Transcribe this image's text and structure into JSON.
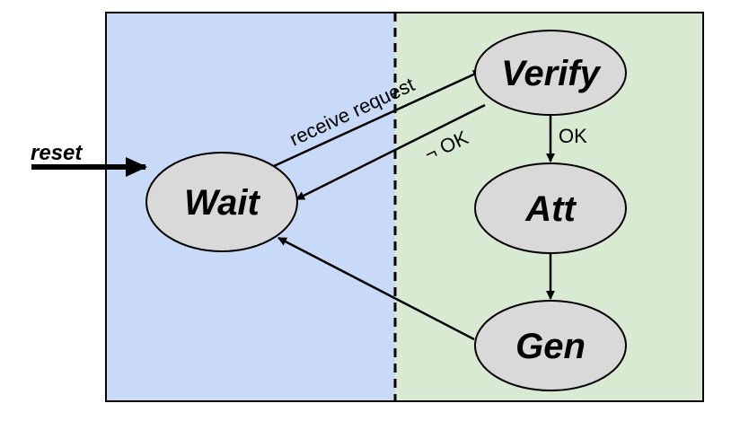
{
  "colors": {
    "left_region": "#c9daf8",
    "right_region": "#d9ead3",
    "node_fill": "#d9d9d9",
    "stroke": "#000000"
  },
  "nodes": {
    "wait": "Wait",
    "verify": "Verify",
    "att": "Att",
    "gen": "Gen"
  },
  "edges": {
    "receive_request": "receive request",
    "not_ok": "¬ OK",
    "ok": "OK"
  },
  "entry": {
    "reset": "reset"
  }
}
